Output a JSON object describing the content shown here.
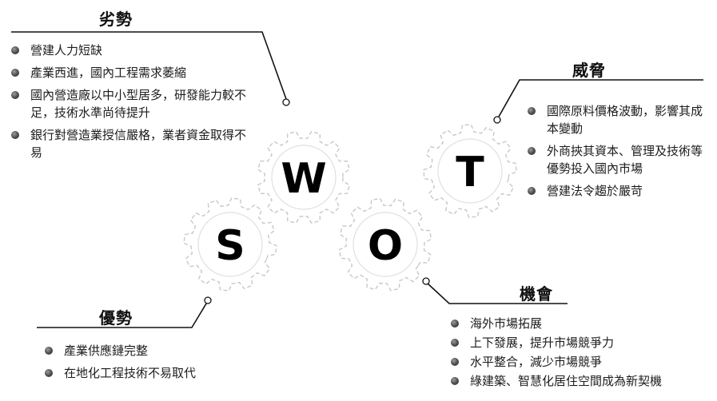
{
  "quadrants": {
    "weakness": {
      "title": "劣勢",
      "items": [
        "營建人力短缺",
        "產業西進，國內工程需求萎縮",
        "國內營造廠以中小型居多，研發能力較不足，技術水準尚待提升",
        "銀行對營造業授信嚴格，業者資金取得不易"
      ]
    },
    "threat": {
      "title": "威脅",
      "items": [
        "國際原料價格波動，影響其成本變動",
        "外商挾其資本、管理及技術等優勢投入國內市場",
        "營建法令趨於嚴苛"
      ]
    },
    "strength": {
      "title": "優勢",
      "items": [
        "產業供應鏈完整",
        "在地化工程技術不易取代"
      ]
    },
    "opportunity": {
      "title": "機會",
      "items": [
        "海外市場拓展",
        "上下發展，提升市場競爭力",
        "水平整合，減少市場競爭",
        "綠建築、智慧化居住空間成為新契機"
      ]
    }
  },
  "letters": {
    "s": "S",
    "w": "W",
    "o": "O",
    "t": "T"
  },
  "colors": {
    "gear": "#c8c8c8",
    "line": "#111111",
    "bullet": "#444444"
  }
}
